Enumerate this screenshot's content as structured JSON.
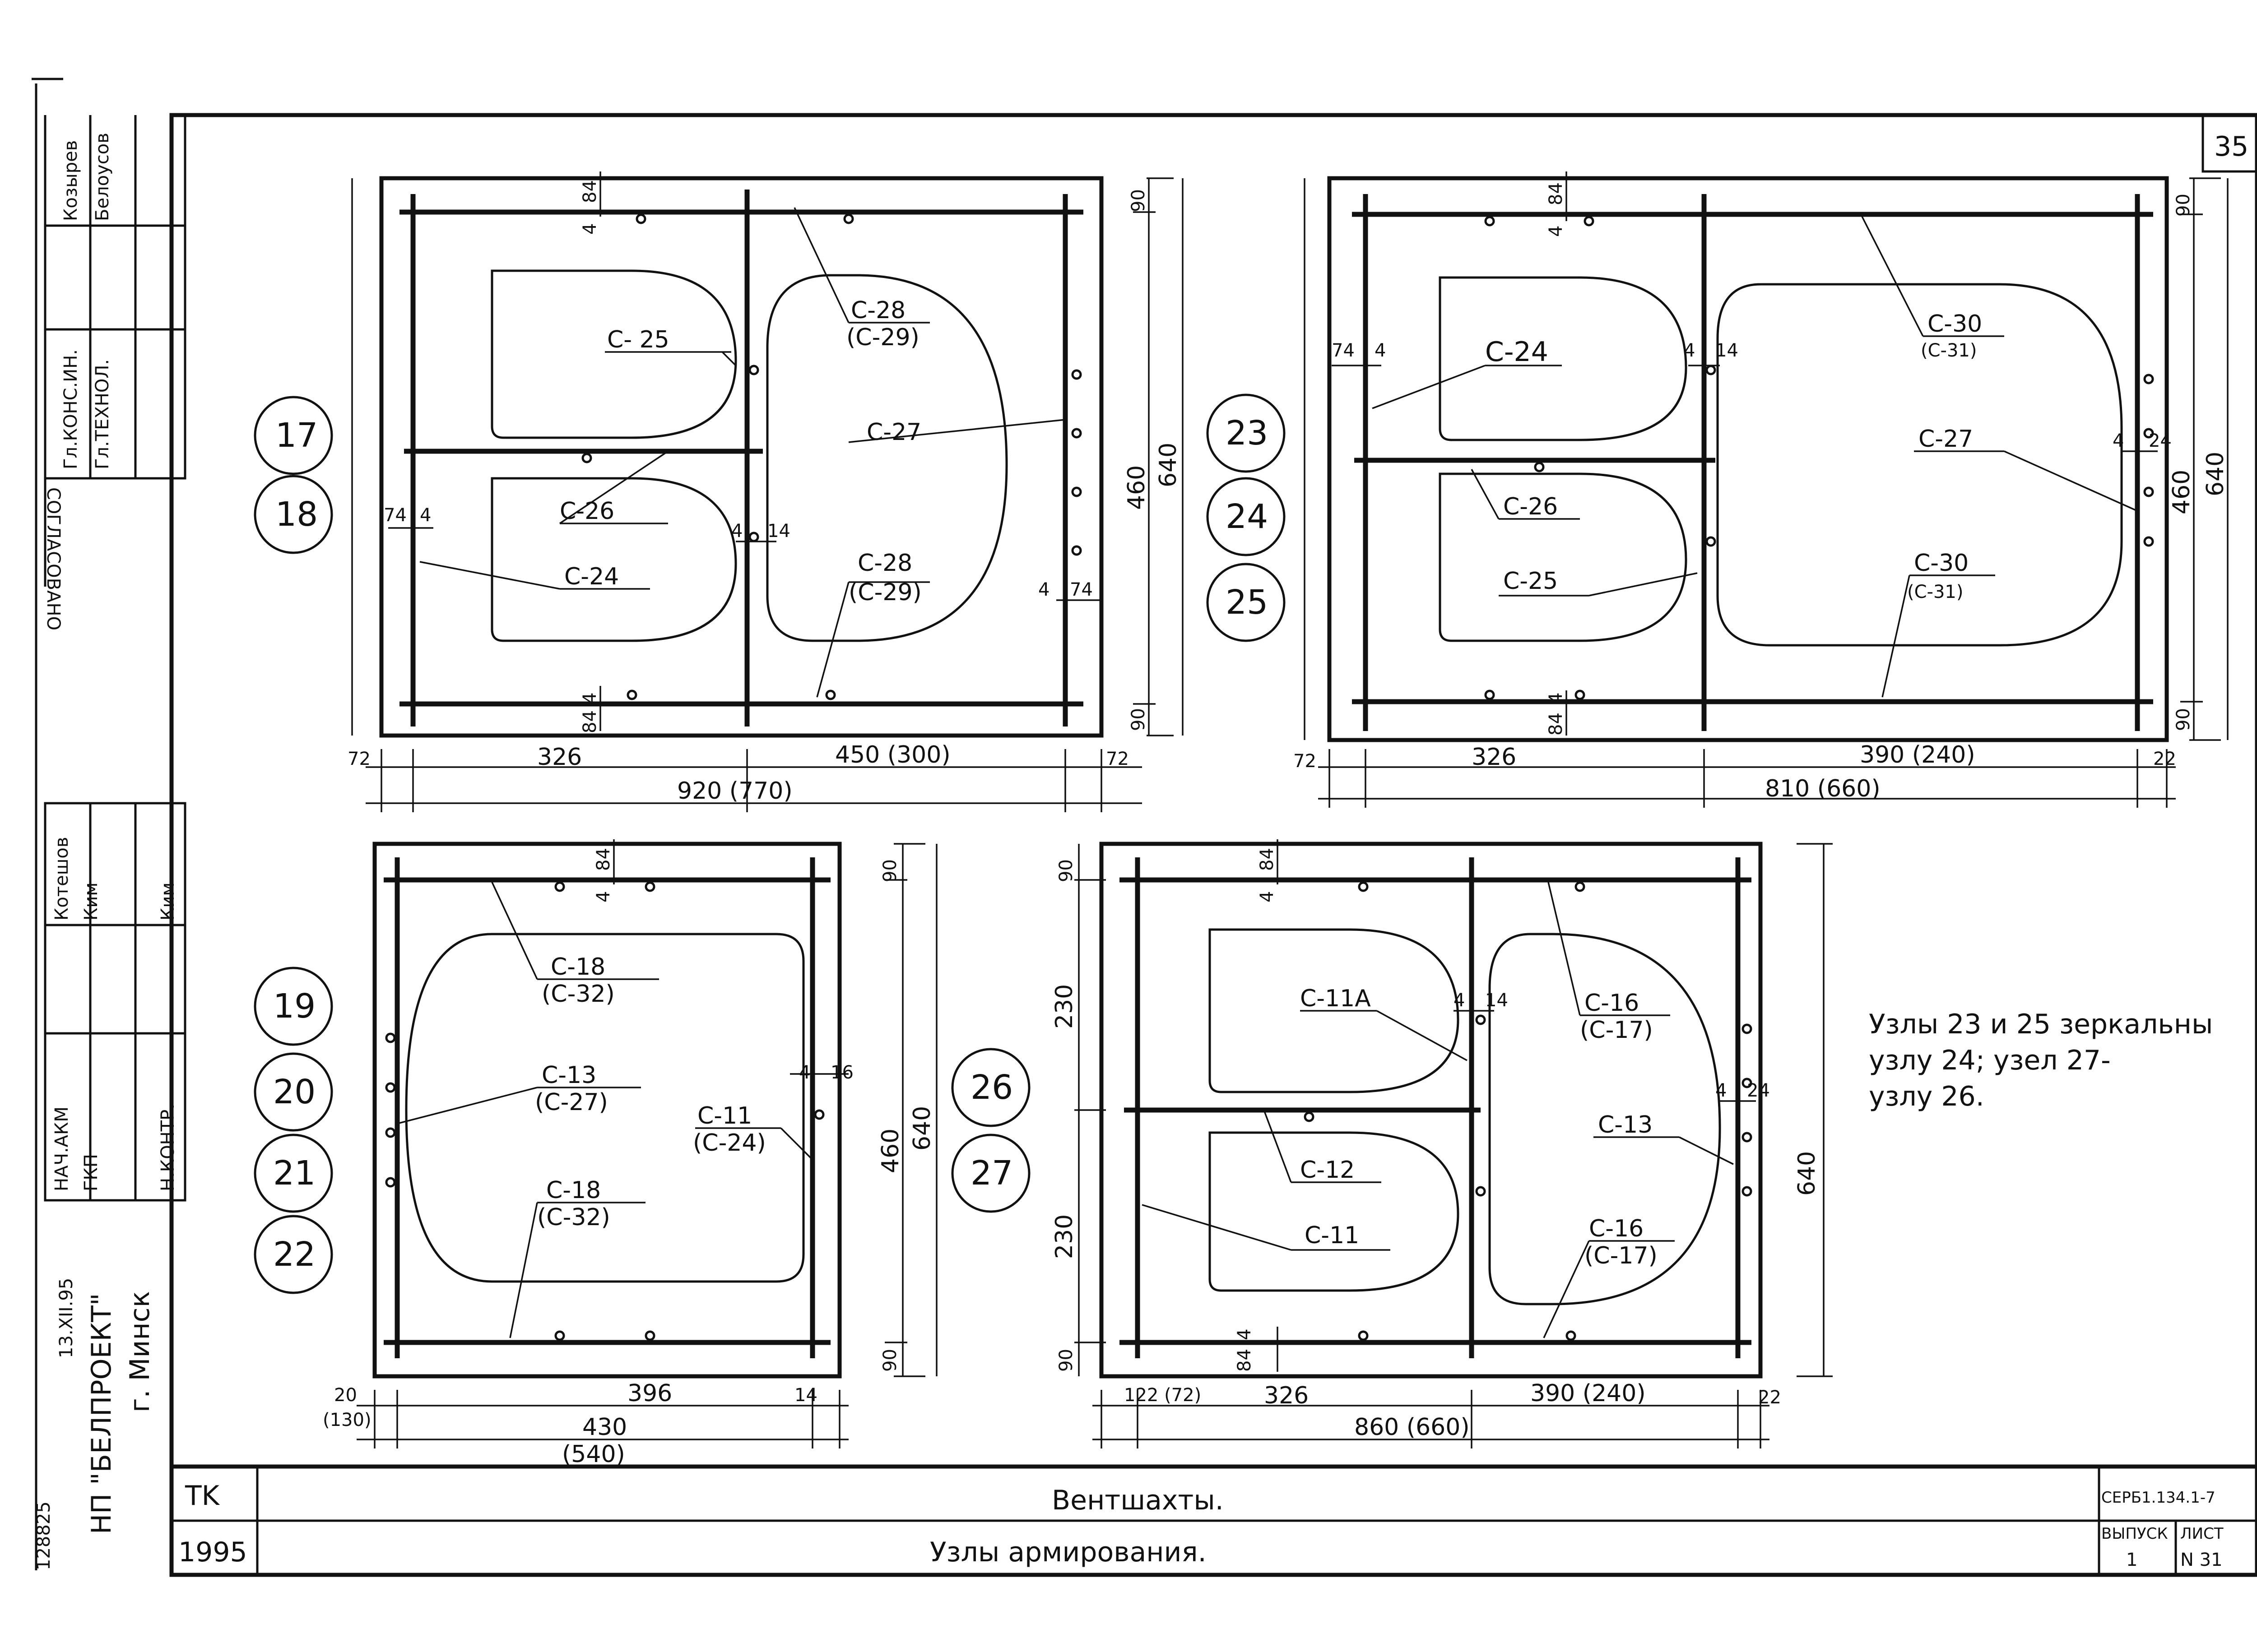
{
  "sheet_number": "35",
  "title_block": {
    "org_code": "TK",
    "year": "1995",
    "title": "Вентшахты.",
    "subtitle": "Узлы армирования.",
    "series_code": "СЕРБ1.134.1-7",
    "issue_label": "ВЫПУСК",
    "issue_value": "1",
    "sheet_label": "ЛИСТ",
    "sheet_value": "N 31"
  },
  "side_stamp": {
    "org_name": "НП \"БЕЛПРОЕКТ\"",
    "city": "г. Минск",
    "inv_number": "128825",
    "date": "13.XII.95",
    "agreed": "СОГЛАСОВАНО",
    "roles": [
      {
        "role": "Гл.КОНС.ИН.",
        "name": "Козырев"
      },
      {
        "role": "Гл.ТЕХНОЛ.",
        "name": "Белоусов"
      },
      {
        "role": "НАЧ.АКМ",
        "name": "Котешов"
      },
      {
        "role": "ГКП",
        "name": "Ким"
      },
      {
        "role": "Н.КОНТР.",
        "name": "Ким"
      }
    ]
  },
  "note": [
    "Узлы 23 и 25 зеркальны",
    "узлу 24; узел 27-",
    "узлу 26."
  ],
  "panels": [
    {
      "nodes": [
        "17",
        "18"
      ],
      "labels": {
        "c25": "С- 25",
        "c28a": "С-28",
        "c29a": "(С-29)",
        "c27": "С-27",
        "c26": "С-26",
        "c24": "С-24",
        "c28b": "С-28",
        "c29b": "(С-29)"
      },
      "dims": {
        "d1": "72",
        "d2": "326",
        "d3": "450 (300)",
        "d4": "72",
        "d5": "920 (770)",
        "d6": "90",
        "d7": "460",
        "d8": "640",
        "d9": "90",
        "d10": "84",
        "d11": "4",
        "d12": "74",
        "d13": "4",
        "d14": "4",
        "d15": "14",
        "d16": "4",
        "d17": "74",
        "d18": "84",
        "d19": "4"
      }
    },
    {
      "nodes": [
        "23",
        "24",
        "25"
      ],
      "labels": {
        "c24": "С-24",
        "c30a": "С-30",
        "c31a": "(С-31)",
        "c27": "С-27",
        "c26": "С-26",
        "c25": "С-25",
        "c30b": "С-30",
        "c31b": "(С-31)"
      },
      "dims": {
        "d1": "72",
        "d2": "326",
        "d3": "390 (240)",
        "d4": "22",
        "d5": "810 (660)",
        "d6": "90",
        "d7": "460",
        "d8": "640",
        "d9": "90",
        "d10": "84",
        "d11": "4",
        "d12": "74",
        "d13": "4",
        "d14": "4",
        "d15": "14",
        "d16": "4",
        "d17": "24",
        "d18": "84",
        "d19": "4"
      }
    },
    {
      "nodes": [
        "19",
        "20",
        "21",
        "22"
      ],
      "labels": {
        "c18a": "С-18",
        "c32a": "(С-32)",
        "c13": "С-13",
        "c27": "(С-27)",
        "c11": "С-11",
        "c24": "(С-24)",
        "c18b": "С-18",
        "c32b": "(С-32)"
      },
      "dims": {
        "d1": "20",
        "d1b": "(130)",
        "d2": "396",
        "d4": "14",
        "d5": "430",
        "d5b": "(540)",
        "d6": "90",
        "d7": "460",
        "d8": "640",
        "d9": "90",
        "d10": "84",
        "d11": "4",
        "d16": "4",
        "d17": "16"
      }
    },
    {
      "nodes": [
        "26",
        "27"
      ],
      "labels": {
        "c11a": "С-11А",
        "c16a": "С-16",
        "c17a": "(С-17)",
        "c12": "С-12",
        "c13": "С-13",
        "c11": "С-11",
        "c16b": "С-16",
        "c17b": "(С-17)"
      },
      "dims": {
        "d1": "122 (72)",
        "d2": "326",
        "d3": "390 (240)",
        "d4": "22",
        "d5": "860 (660)",
        "d6": "90",
        "d7": "230",
        "d7b": "230",
        "d8": "640",
        "d9": "90",
        "d10": "84",
        "d11": "4",
        "d15": "4",
        "d15b": "14",
        "d16": "4",
        "d17": "24",
        "d18": "84",
        "d19": "4"
      }
    }
  ]
}
